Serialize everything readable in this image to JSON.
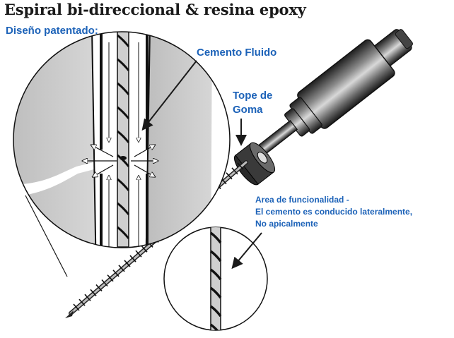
{
  "title": "Espiral bi-direccional & resina epoxy",
  "subtitle": "Diseño patentado:",
  "labels": {
    "cemento_fluido": "Cemento Fluido",
    "tope_line1": "Tope de",
    "tope_line2": "Goma",
    "area_line1": "Area de funcionalidad -",
    "area_line2": "El cemento es conducido lateralmente,",
    "area_line3": "No apicalmente"
  },
  "colors": {
    "label_blue": "#1c62b8",
    "title_dark": "#1a1a1a",
    "wall_gray": "#c8c8c8",
    "metal_dark": "#3a3a3a"
  }
}
